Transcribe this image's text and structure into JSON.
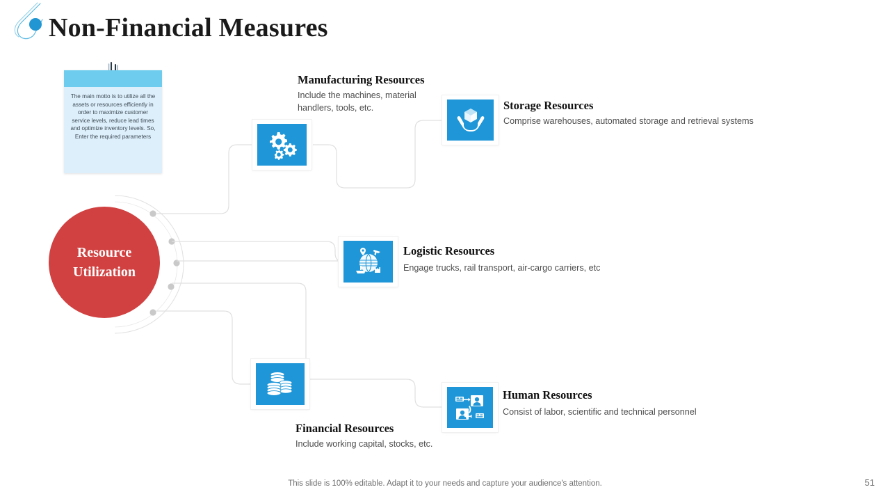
{
  "header": {
    "title": "Non-Financial Measures",
    "decor_icon": "pin-clip-icon",
    "accent_color": "#2196d3"
  },
  "note": {
    "icon": "paperclip-icon",
    "band_color": "#6ecdee",
    "body_color": "#ddeffb",
    "text": "The main motto is to utilize all the assets or resources efficiently in order to maximize customer service levels, reduce lead times and optimize inventory levels. So, Enter the required parameters"
  },
  "hub": {
    "label_line1": "Resource",
    "label_line2": "Utilization",
    "color": "#d14141",
    "connector_dots": 5
  },
  "items": [
    {
      "id": "manufacturing",
      "title": "Manufacturing Resources",
      "desc": "Include the machines, material handlers, tools, etc.",
      "icon": "gears-icon",
      "icon_color": "#1e96d7"
    },
    {
      "id": "storage",
      "title": "Storage Resources",
      "desc": "Comprise warehouses, automated storage and retrieval systems",
      "icon": "hands-holding-box-icon",
      "icon_color": "#1e96d7"
    },
    {
      "id": "logistic",
      "title": "Logistic Resources",
      "desc": "Engage trucks, rail transport, air-cargo carriers, etc",
      "icon": "global-logistics-icon",
      "icon_color": "#1e96d7"
    },
    {
      "id": "financial",
      "title": "Financial Resources",
      "desc": "Include working capital, stocks, etc.",
      "icon": "coin-stacks-icon",
      "icon_color": "#1e96d7"
    },
    {
      "id": "human",
      "title": "Human Resources",
      "desc": "Consist of labor, scientific and technical personnel",
      "icon": "people-network-icon",
      "icon_color": "#1e96d7"
    }
  ],
  "footer": {
    "note": "This slide is 100% editable. Adapt it to your needs and capture your audience's attention.",
    "page_number": "51"
  }
}
